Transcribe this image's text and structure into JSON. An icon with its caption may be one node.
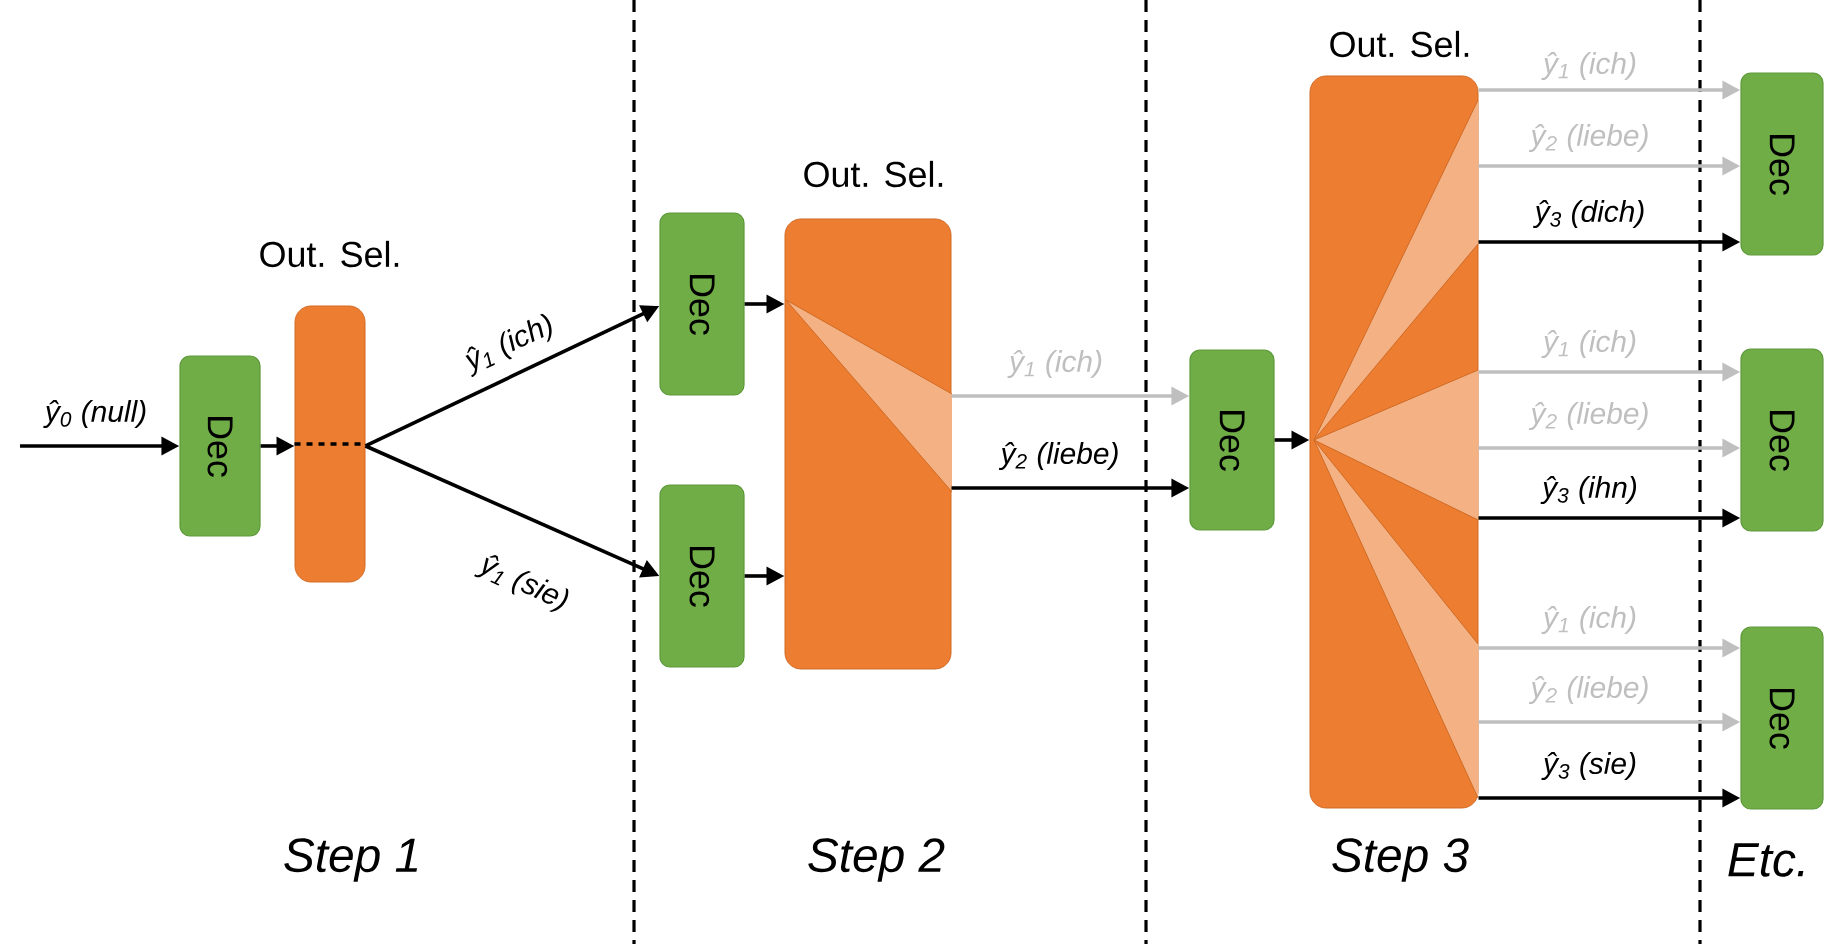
{
  "diagram": {
    "nodes": [
      {
        "text": [
          "Dec"
        ]
      },
      {
        "text": [
          "Out. Sel."
        ]
      },
      {
        "text": [
          "Dec"
        ]
      },
      {
        "text": [
          "Dec"
        ]
      },
      {
        "text": [
          "Out. Sel."
        ]
      },
      {
        "text": [
          "Dec"
        ]
      },
      {
        "text": [
          "Out. Sel."
        ]
      },
      {
        "text": [
          "Dec"
        ]
      },
      {
        "text": [
          "Dec"
        ]
      },
      {
        "text": [
          "Dec"
        ]
      }
    ],
    "edges": [
      {
        "from": null,
        "to": 0,
        "arrow": "to",
        "label": "ŷ$_{0}$ (null)"
      },
      {
        "from": 0,
        "to": 1,
        "arrow": "to"
      },
      {
        "from": 1,
        "to": 2,
        "arrow": "to",
        "label": "ŷ$_{1}$ (ich)"
      },
      {
        "from": 1,
        "to": 3,
        "arrow": "to",
        "label": "ŷ$_{1}$ (sie)"
      },
      {
        "from": 2,
        "to": 4,
        "arrow": "to"
      },
      {
        "from": 3,
        "to": 4,
        "arrow": "to"
      },
      {
        "from": 4,
        "to": 5,
        "arrow": "to",
        "label": "ŷ$_{1}$ (ich)",
        "color": "#bfbfbf"
      },
      {
        "from": 4,
        "to": 5,
        "arrow": "to",
        "label": "ŷ$_{2}$ (liebe)"
      },
      {
        "from": 5,
        "to": 6,
        "arrow": "to"
      },
      {
        "from": 6,
        "to": 7,
        "arrow": "to",
        "label": "ŷ$_{1}$ (ich)",
        "color": "#bfbfbf"
      },
      {
        "from": 6,
        "to": 7,
        "arrow": "to",
        "label": "ŷ$_{2}$ (liebe)",
        "color": "#bfbfbf"
      },
      {
        "from": 6,
        "to": 7,
        "arrow": "to",
        "label": "ŷ$_{3}$ (dich)"
      },
      {
        "from": 6,
        "to": 8,
        "arrow": "to",
        "label": "ŷ$_{1}$ (ich)",
        "color": "#bfbfbf"
      },
      {
        "from": 6,
        "to": 8,
        "arrow": "to",
        "label": "ŷ$_{2}$ (liebe)",
        "color": "#bfbfbf"
      },
      {
        "from": 6,
        "to": 8,
        "arrow": "to",
        "label": "ŷ$_{3}$ (ihn)"
      },
      {
        "from": 6,
        "to": 9,
        "arrow": "to",
        "label": "ŷ$_{1}$ (ich)",
        "color": "#bfbfbf"
      },
      {
        "from": 6,
        "to": 9,
        "arrow": "to",
        "label": "ŷ$_{2}$ (liebe)",
        "color": "#bfbfbf"
      },
      {
        "from": 6,
        "to": 9,
        "arrow": "to",
        "label": "ŷ$_{3}$ (sie)"
      }
    ],
    "labels": [
      "Step 1",
      "Step 2",
      "Step 3",
      "Etc."
    ]
  }
}
